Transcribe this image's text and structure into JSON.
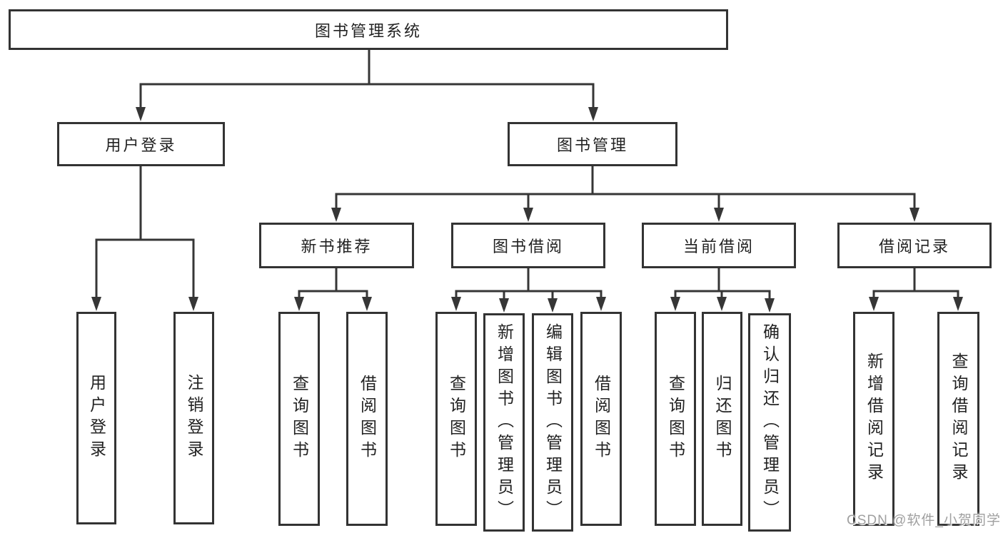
{
  "colors": {
    "line": "#363636",
    "box_border": "#333333",
    "box_fill": "#ffffff",
    "text": "#222222",
    "watermark": "#a0a0a0",
    "background": "#ffffff"
  },
  "watermark": {
    "text": "CSDN @软件_小贺同学"
  },
  "tree": {
    "root": {
      "label": "图书管理系统"
    },
    "children": [
      {
        "label": "用户登录",
        "children": [
          {
            "label": "用户登录"
          },
          {
            "label": "注销登录"
          }
        ]
      },
      {
        "label": "图书管理",
        "children": [
          {
            "label": "新书推荐",
            "children": [
              {
                "label": "查询图书"
              },
              {
                "label": "借阅图书"
              }
            ]
          },
          {
            "label": "图书借阅",
            "children": [
              {
                "label": "查询图书"
              },
              {
                "label": "新增图书（管理员）"
              },
              {
                "label": "编辑图书（管理员）"
              },
              {
                "label": "借阅图书"
              }
            ]
          },
          {
            "label": "当前借阅",
            "children": [
              {
                "label": "查询图书"
              },
              {
                "label": "归还图书"
              },
              {
                "label": "确认归还（管理员）"
              }
            ]
          },
          {
            "label": "借阅记录",
            "children": [
              {
                "label": "新增借阅记录"
              },
              {
                "label": "查询借阅记录"
              }
            ]
          }
        ]
      }
    ]
  }
}
